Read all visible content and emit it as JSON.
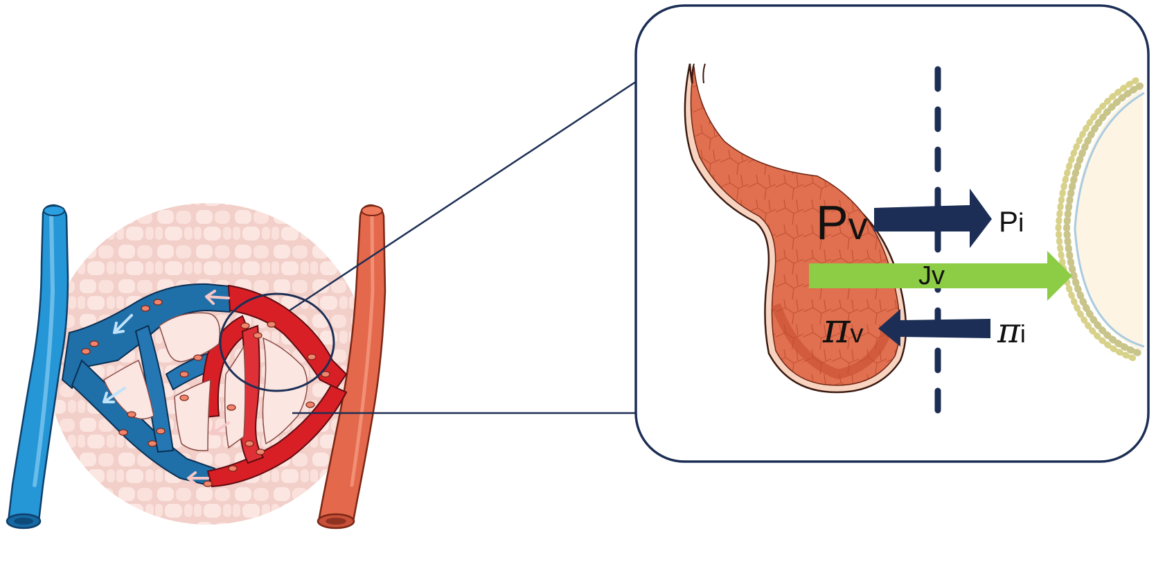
{
  "labels": {
    "pv_main": "P",
    "pv_sub": "v",
    "pi_main": "P",
    "pi_sub": "i",
    "jv": "Jv",
    "piv_main": "π",
    "piv_sub": "v",
    "pii_main": "π",
    "pii_sub": "i"
  },
  "colors": {
    "navy": "#1c2e55",
    "green": "#8dcc45",
    "vein_blue": "#2596d6",
    "artery_orange": "#e4684b",
    "capillary_red": "#d81f26",
    "capillary_blue": "#1f6fa8",
    "tissue_pink": "#f4d4cf",
    "cell_fill": "#fdf4e3",
    "capillary_wall": "#de6b4a"
  },
  "icons": {
    "capillary_bed": "capillary-bed-illustration",
    "capillary_loop": "capillary-loop-illustration",
    "cell": "cell-membrane-illustration"
  }
}
